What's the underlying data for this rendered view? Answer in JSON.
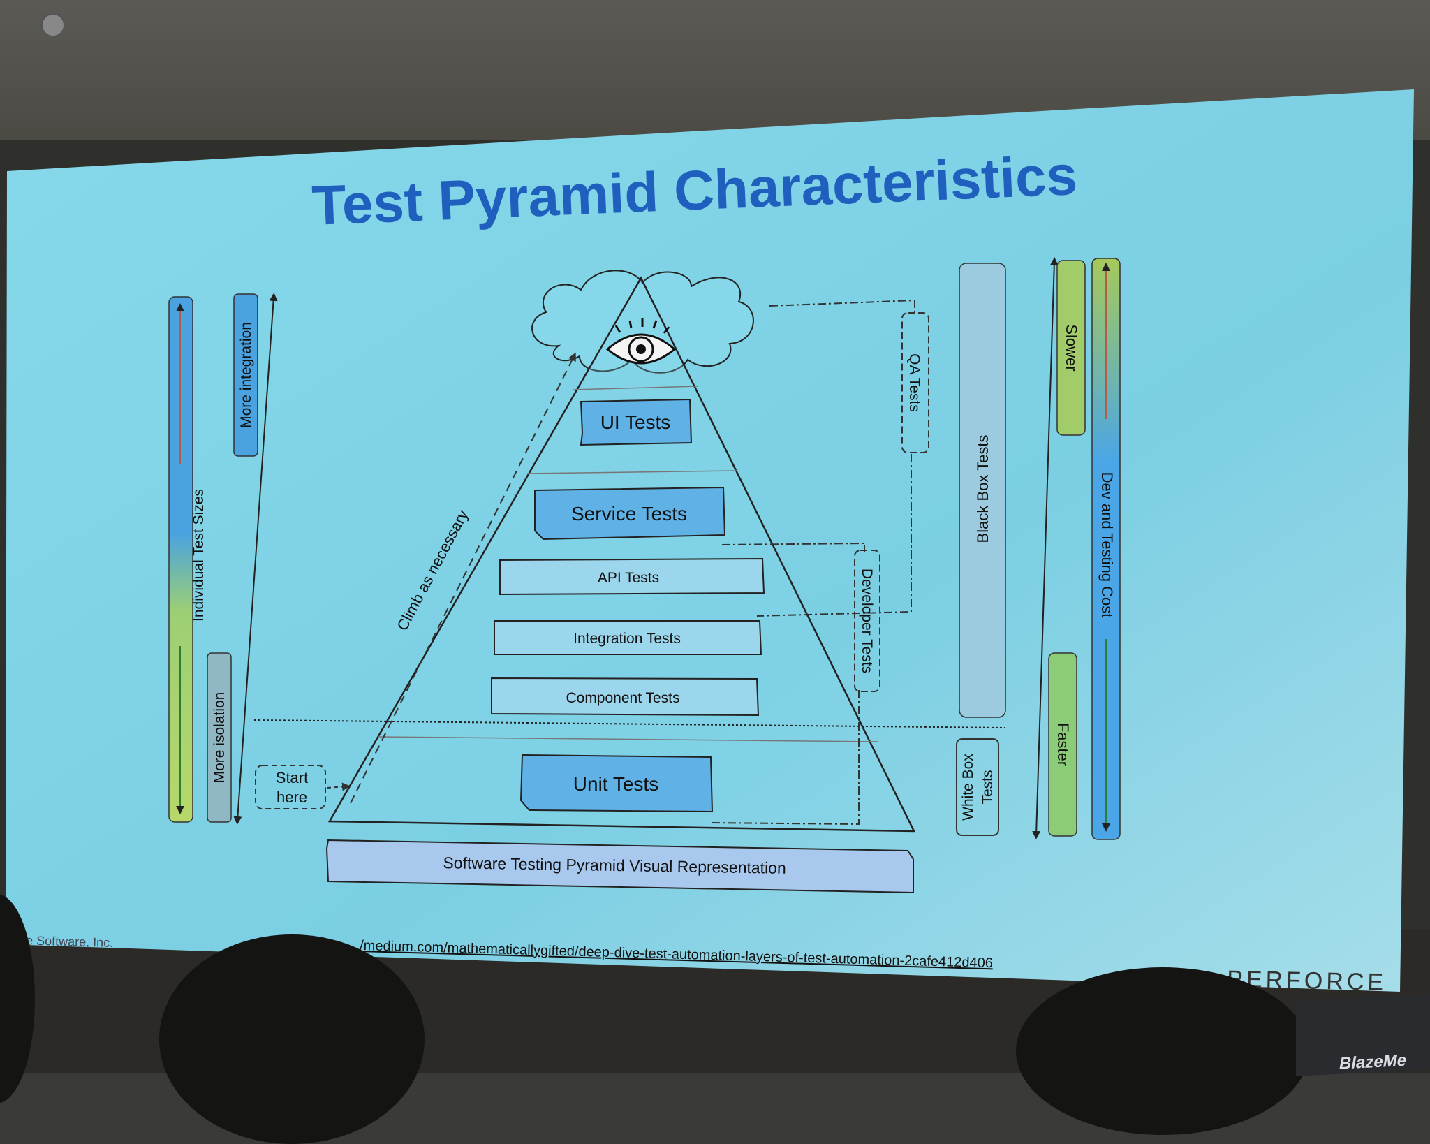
{
  "slide": {
    "title": "Test Pyramid Characteristics",
    "copyright": "rce Software, Inc.",
    "source_link": "/medium.com/mathematicallygifted/deep-dive-test-automation-layers-of-test-automation-2cafe412d406",
    "brand": "PERFORCE",
    "laptop_brand": "BlazeMe"
  },
  "left_axis": {
    "individual_sizes": "Individual Test Sizes",
    "more_integration": "More integration",
    "more_isolation": "More isolation"
  },
  "pyramid": {
    "layers": [
      {
        "id": "ui",
        "label": "UI Tests"
      },
      {
        "id": "service",
        "label": "Service Tests"
      },
      {
        "id": "api",
        "label": "API Tests"
      },
      {
        "id": "integration",
        "label": "Integration Tests"
      },
      {
        "id": "component",
        "label": "Component Tests"
      },
      {
        "id": "unit",
        "label": "Unit Tests"
      }
    ],
    "climb": "Climb as necessary",
    "start": [
      "Start",
      "here"
    ],
    "caption": "Software Testing Pyramid Visual Representation"
  },
  "right_groups": {
    "qa": "QA Tests",
    "developer": "Developer Tests",
    "black_box": "Black Box Tests",
    "white_box": [
      "White Box",
      "Tests"
    ],
    "slower": "Slower",
    "faster": "Faster",
    "cost": "Dev and Testing Cost"
  },
  "colors": {
    "slide_bg": "#7fd3e6",
    "title": "#1f5fbe",
    "layer_dark": "#5fb1e6",
    "layer_light": "#9cd6ec",
    "green": "#93cc7a",
    "blue_bar": "#4aa6e6",
    "caption_bar": "#a8c8ee"
  }
}
